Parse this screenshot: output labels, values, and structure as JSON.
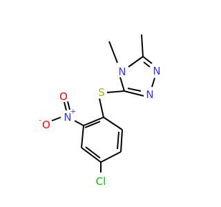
{
  "molecule": {
    "colors": {
      "bond": "#000000",
      "carbon": "#000000",
      "nitrogen": "#3333ff",
      "oxygen": "#ff0000",
      "sulfur": "#b2b200",
      "chlorine": "#00c000"
    },
    "atoms": {
      "n4": {
        "label": "N"
      },
      "n1": {
        "label": "N"
      },
      "n2": {
        "label": "N"
      },
      "s": {
        "label": "S"
      },
      "n_nitro": {
        "label": "N",
        "charge": "+"
      },
      "o_minus": {
        "label": "O",
        "charge": "-"
      },
      "o_double": {
        "label": "O"
      },
      "cl": {
        "label": "Cl"
      }
    }
  }
}
